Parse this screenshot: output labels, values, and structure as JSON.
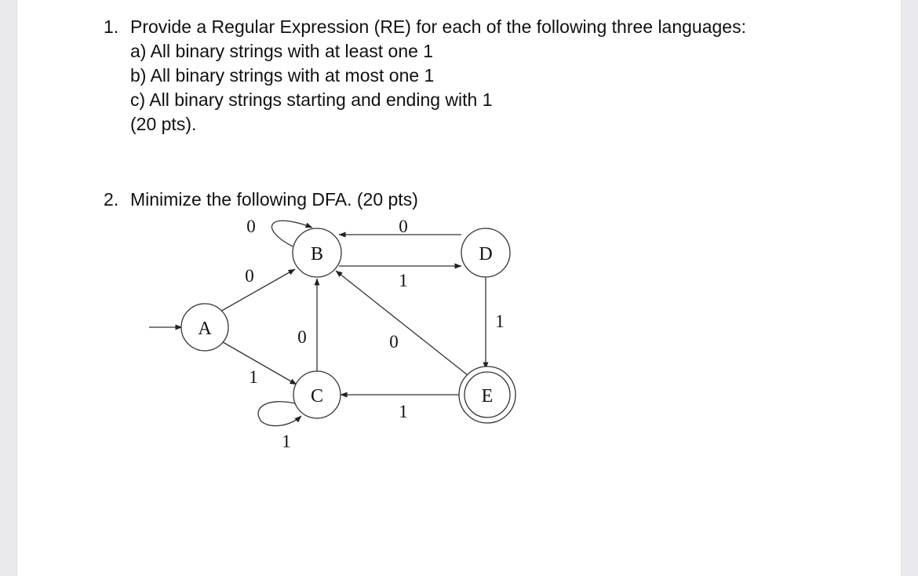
{
  "question1": {
    "number": "1.",
    "prompt": "Provide a Regular Expression (RE) for each of the following three languages:",
    "items": [
      "a)  All binary strings with at least one 1",
      "b)  All binary strings with at most one 1",
      "c)  All binary strings starting and ending with 1"
    ],
    "points": "(20 pts)."
  },
  "question2": {
    "number": "2.",
    "prompt": "Minimize the following DFA. (20 pts)"
  },
  "dfa": {
    "states": {
      "A": "A",
      "B": "B",
      "C": "C",
      "D": "D",
      "E": "E"
    },
    "edge_labels": {
      "B_self": "0",
      "D_to_B": "0",
      "A_to_B": "0",
      "B_to_D": "1",
      "D_to_E": "1",
      "C_to_B": "0",
      "E_to_B": "0",
      "A_to_C": "1",
      "E_to_C": "1",
      "C_self": "1"
    }
  }
}
